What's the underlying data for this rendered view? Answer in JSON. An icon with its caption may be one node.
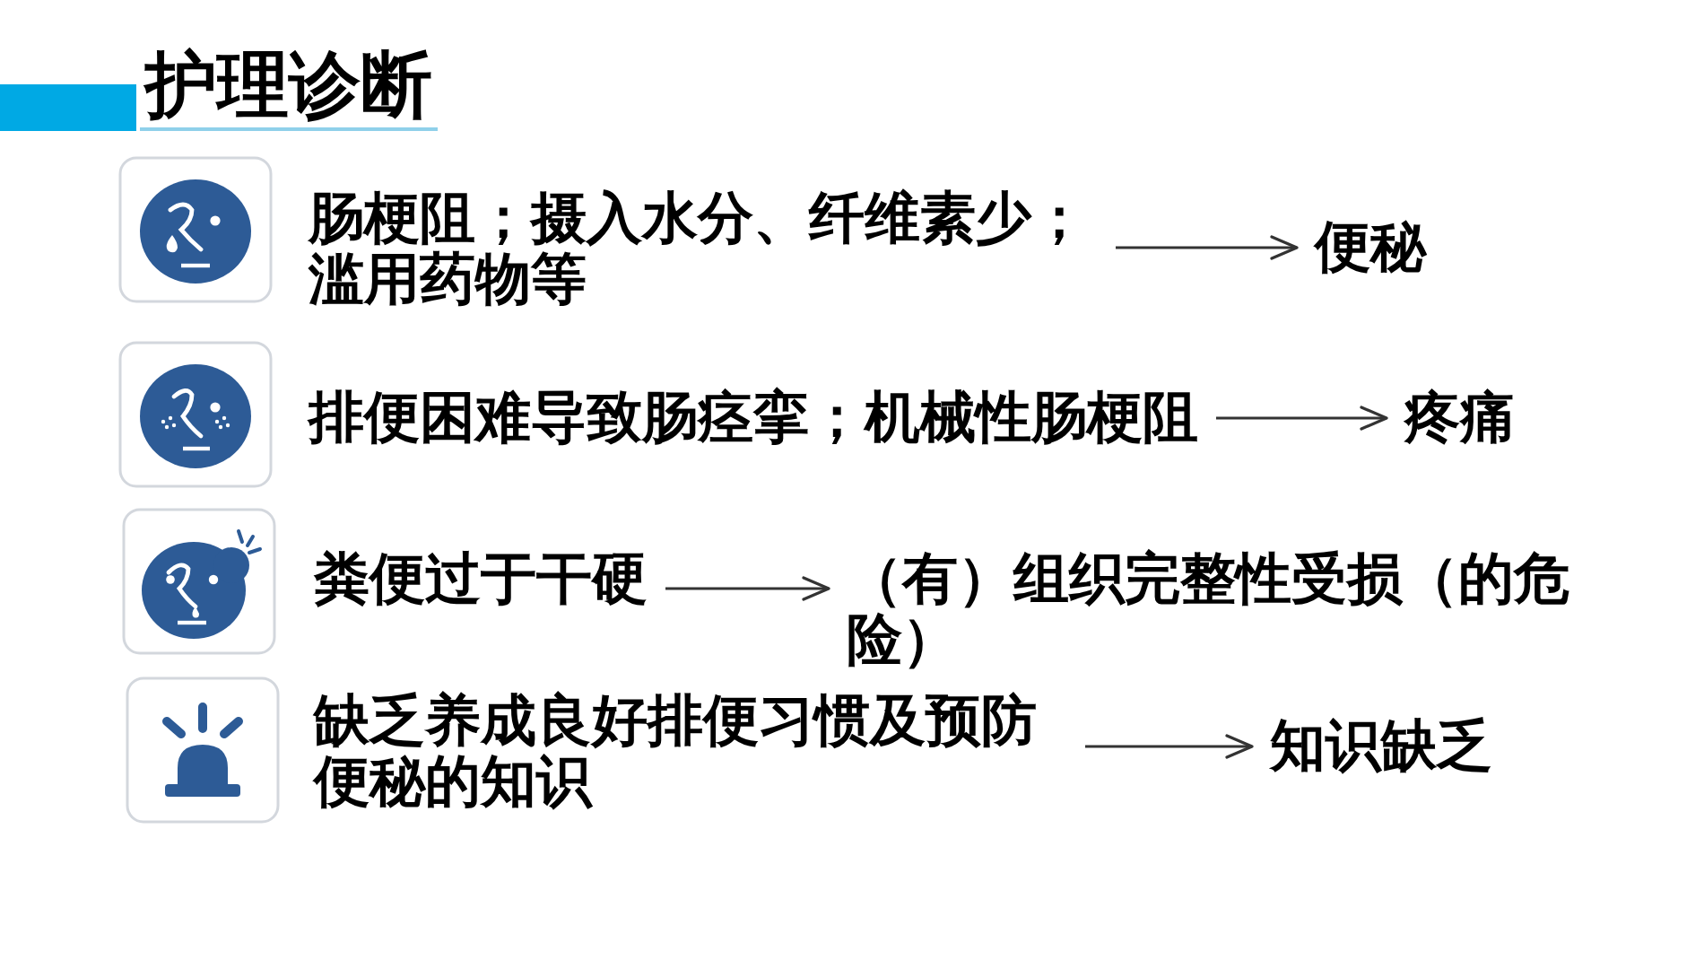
{
  "diagram": {
    "title": "护理诊断",
    "nodes": [
      {
        "text": [
          "肠梗阻；摄入水分、纤维素少；滥用药物等"
        ]
      },
      {
        "text": [
          "便秘"
        ]
      },
      {
        "text": [
          "排便困难导致肠痉挛；机械性肠梗阻"
        ]
      },
      {
        "text": [
          "疼痛"
        ]
      },
      {
        "text": [
          "粪便过于干硬"
        ]
      },
      {
        "text": [
          "（有）组织完整性受损（的危险）"
        ]
      },
      {
        "text": [
          "缺乏养成良好排便习惯及预防便秘的知识"
        ]
      },
      {
        "text": [
          "知识缺乏"
        ]
      }
    ],
    "edges": [
      {
        "from": 0,
        "to": 1,
        "arrow": "to"
      },
      {
        "from": 2,
        "to": 3,
        "arrow": "to"
      },
      {
        "from": 4,
        "to": 5,
        "arrow": "to"
      },
      {
        "from": 6,
        "to": 7,
        "arrow": "to"
      }
    ]
  }
}
